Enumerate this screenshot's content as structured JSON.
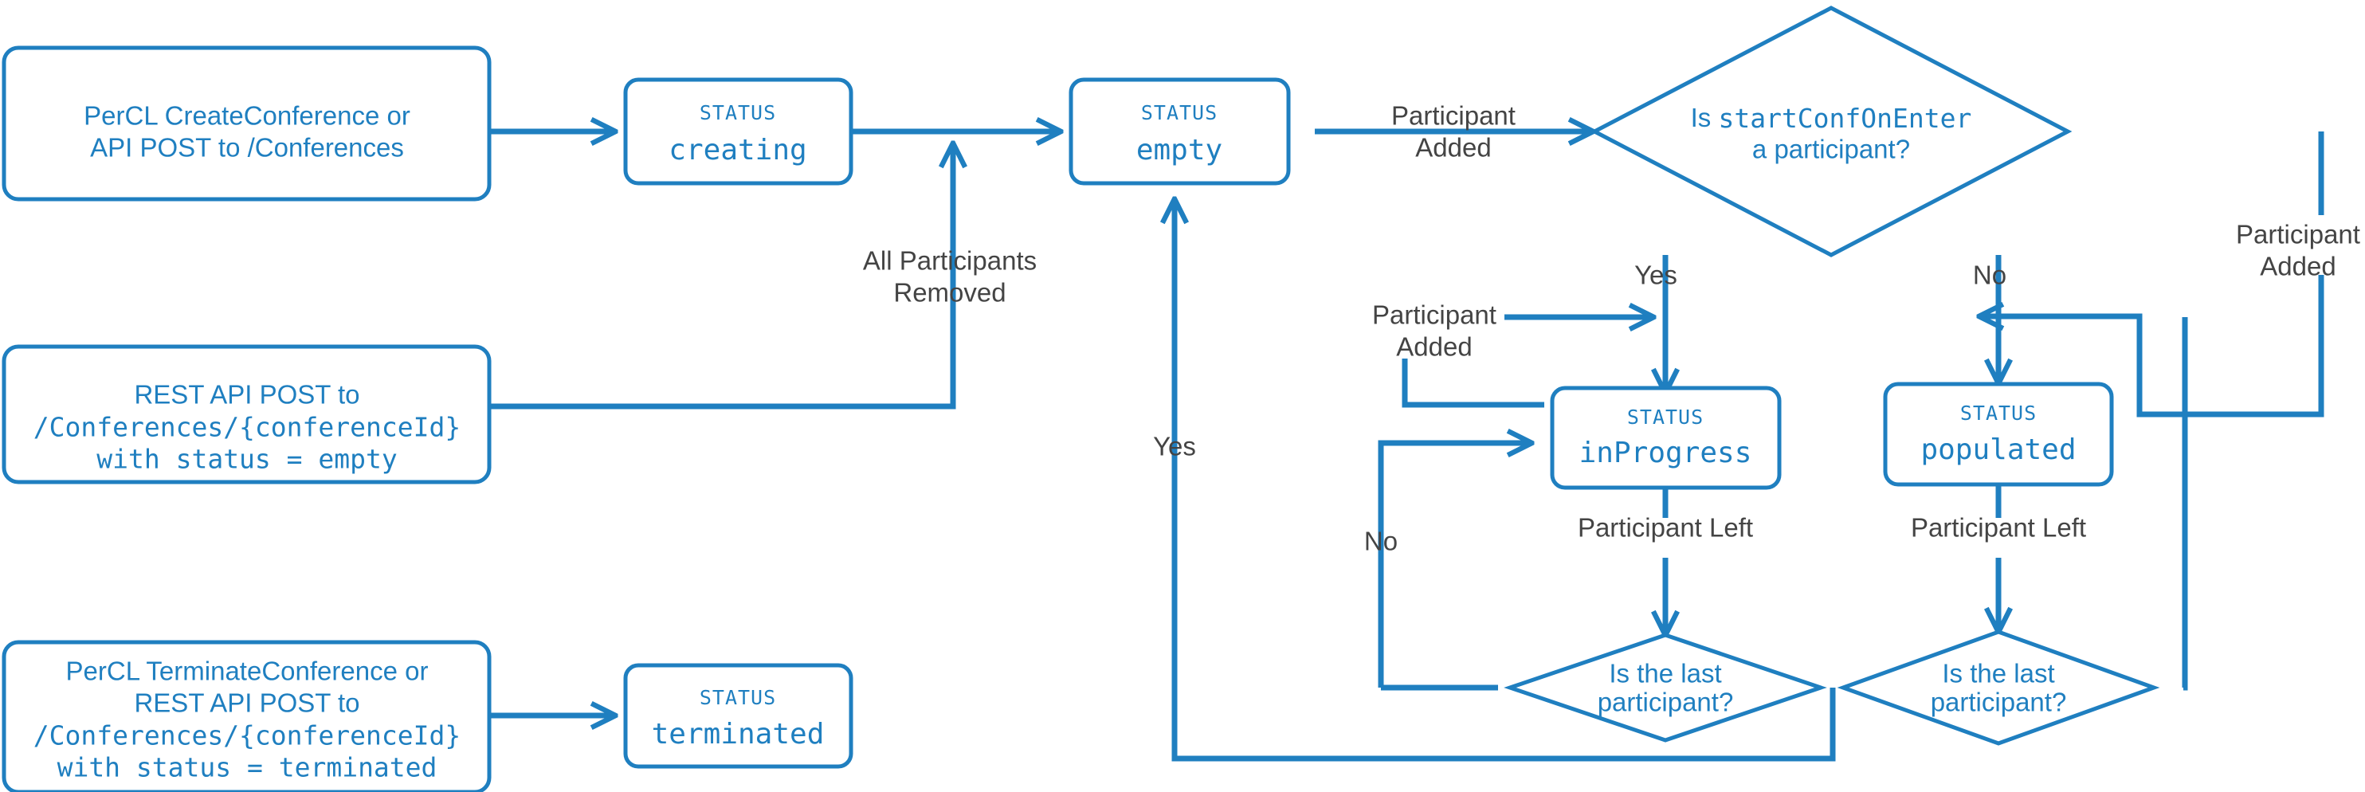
{
  "theme": {
    "accent": "#1f7fc0",
    "label_color": "#444444",
    "background": "#ffffff"
  },
  "nodes": {
    "create_conference": {
      "line1": "PerCL CreateConference or",
      "line2": "API POST to /Conferences"
    },
    "status_creating": {
      "label": "STATUS",
      "value": "creating"
    },
    "status_empty": {
      "label": "STATUS",
      "value": "empty"
    },
    "rest_post_empty": {
      "line1": "REST API POST to",
      "line2": "/Conferences/{conferenceId}",
      "line3": "with status = empty"
    },
    "terminate_conference": {
      "line1": "PerCL TerminateConference or",
      "line2": "REST API POST to",
      "line3": "/Conferences/{conferenceId}",
      "line4": "with status = terminated"
    },
    "status_terminated": {
      "label": "STATUS",
      "value": "terminated"
    },
    "status_inprogress": {
      "label": "STATUS",
      "value": "inProgress"
    },
    "status_populated": {
      "label": "STATUS",
      "value": "populated"
    },
    "decision_startconfonenter": {
      "line1_prefix": "Is ",
      "line1_code": "startConfOnEnter",
      "line2": "a participant?"
    },
    "decision_last_participant_left": {
      "line1": "Is the last",
      "line2": "participant?"
    },
    "decision_last_participant_right": {
      "line1": "Is the last",
      "line2": "participant?"
    }
  },
  "edge_labels": {
    "participant_added_to_decision": {
      "line1": "Participant",
      "line2": "Added"
    },
    "all_participants_removed": {
      "line1": "All Participants",
      "line2": "Removed"
    },
    "yes_to_inprogress": "Yes",
    "no_to_populated": "No",
    "participant_added_right": {
      "line1": "Participant",
      "line2": "Added"
    },
    "participant_added_inprogress": {
      "line1": "Participant",
      "line2": "Added"
    },
    "yes_to_empty": "Yes",
    "no_loop_inprogress": "No",
    "participant_left_left": "Participant Left",
    "participant_left_right": "Participant Left"
  }
}
